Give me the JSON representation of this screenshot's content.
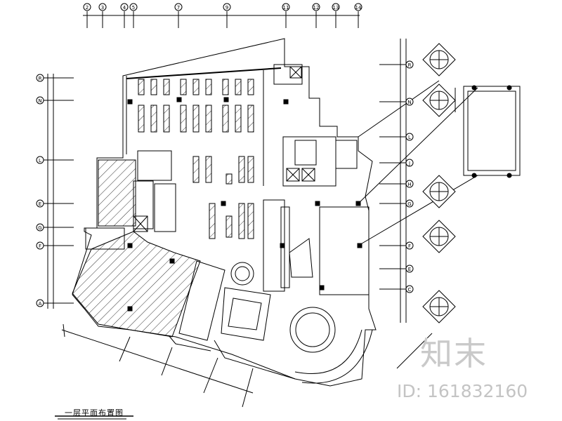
{
  "drawing": {
    "title": "一层平面布置图",
    "top_axis_labels": [
      "2",
      "3",
      "4",
      "5",
      "7",
      "9",
      "11",
      "12",
      "13",
      "14"
    ],
    "left_axis_labels": [
      "R",
      "N",
      "L",
      "E",
      "G",
      "F",
      "A"
    ],
    "right_axis_labels": [
      "R",
      "N",
      "L",
      "J",
      "H",
      "G",
      "F",
      "E",
      "C"
    ],
    "colors": {
      "line": "#000000",
      "watermark": "#c8c8c8"
    }
  },
  "watermark": {
    "logo_text": "知末",
    "id_text": "ID: 161832160"
  }
}
